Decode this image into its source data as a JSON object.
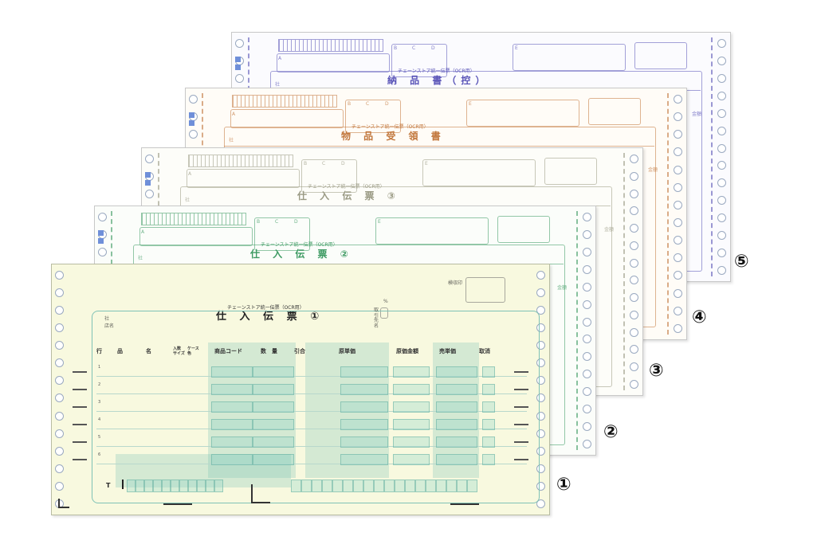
{
  "sheets": [
    {
      "number": "⑤",
      "title": "納 品 書（控）",
      "subtitle": "チェーンストア統一伝票（OCR用）",
      "accent": "#5a55b8",
      "paper": "#fbfbfe",
      "labels": {
        "a": "A",
        "b": "B",
        "c": "C",
        "d": "D",
        "e": "E",
        "company": "社",
        "amount": "金額"
      }
    },
    {
      "number": "④",
      "title": "物 品 受 領 書",
      "subtitle": "チェーンストア統一伝票（OCR用）",
      "accent": "#c2773d",
      "paper": "#fffcf7",
      "labels": {
        "a": "A",
        "b": "B",
        "c": "C",
        "d": "D",
        "e": "E",
        "company": "社",
        "amount": "金額"
      }
    },
    {
      "number": "③",
      "title": "仕 入 伝 票 ③",
      "subtitle": "チェーンストア統一伝票（OCR用）",
      "accent": "#9a9a84",
      "paper": "#fdfdf9",
      "labels": {
        "a": "A",
        "b": "B",
        "c": "C",
        "d": "D",
        "e": "E",
        "company": "社",
        "amount": "金額"
      }
    },
    {
      "number": "②",
      "title": "仕 入 伝 票 ②",
      "subtitle": "チェーンストア統一伝票（OCR用）",
      "accent": "#3d9a62",
      "paper": "#fbfdfa",
      "labels": {
        "a": "A",
        "b": "B",
        "c": "C",
        "d": "D",
        "e": "E",
        "company": "社",
        "amount": "金額"
      }
    }
  ],
  "front": {
    "number": "①",
    "title": "仕 入 伝 票 ①",
    "subtitle": "チェーンストア統一伝票（OCR用）",
    "company_label": "社\n店名",
    "supplier_label": "取引先名",
    "inspector_label": "検収印",
    "percent": "%",
    "total_mark": "T",
    "columns": {
      "row": "行",
      "item": "品",
      "name": "名",
      "size": "入数\nサイズ",
      "case": "ケース\n色",
      "code": "商品コード",
      "qty": "数　量",
      "deduct": "引合",
      "unit_cost": "原単価",
      "cost_amount": "原価金額",
      "unit_price": "売単価",
      "note": "取消"
    },
    "rows": [
      "1",
      "2",
      "3",
      "4",
      "5",
      "6"
    ]
  }
}
